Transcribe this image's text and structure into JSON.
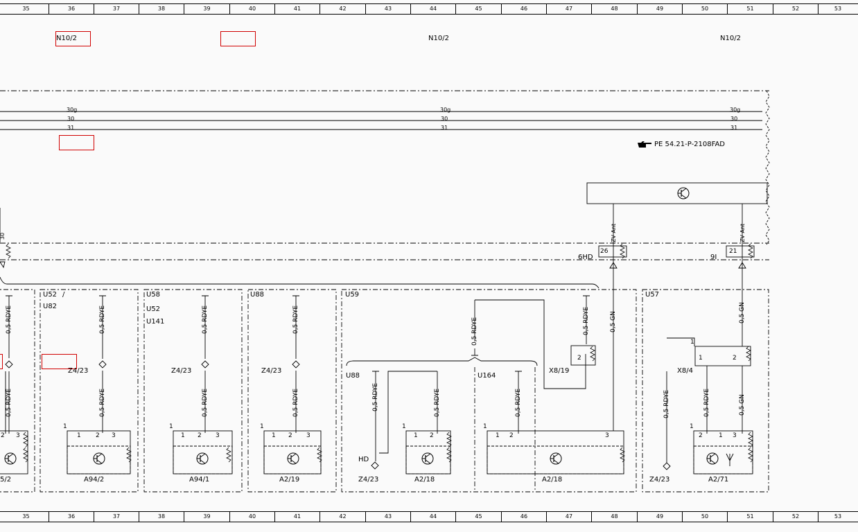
{
  "ruler": {
    "columns": [
      "35",
      "36",
      "37",
      "38",
      "39",
      "40",
      "41",
      "42",
      "43",
      "44",
      "45",
      "46",
      "47",
      "48",
      "49",
      "50",
      "51",
      "52",
      "53"
    ]
  },
  "header": {
    "labels": [
      "N10/2",
      "N10/2",
      "N10/2"
    ]
  },
  "bus": {
    "line_labels": [
      "30g",
      "30",
      "31"
    ]
  },
  "reference": {
    "text": "PE 54.21-P-2108FAD",
    "icon": "pointing-hand-icon"
  },
  "connectors": {
    "pin_26": "26",
    "pin_21": "21",
    "conn_6hd": "6HD",
    "conn_9i": "9I",
    "signal": "ZV Ant"
  },
  "groups": {
    "u52_u82": [
      "U52",
      "/",
      "U82"
    ],
    "u58": [
      "U58",
      "U52",
      "U141"
    ],
    "u88_a": "U88",
    "u59": "U59",
    "u88_b": "U88",
    "u164": "U164",
    "u57": "U57"
  },
  "wires": {
    "rdye": "0,5 RDYE",
    "gn": "0,5 GN"
  },
  "components": {
    "z4_23": "Z4/23",
    "a94_2": "A94/2",
    "a94_1": "A94/1",
    "a2_19": "A2/19",
    "a2_18": "A2/18",
    "a2_71": "A2/71",
    "partial_left": "5/2",
    "x8_19": "X8/19",
    "x8_4": "X8/4",
    "hd": "HD"
  },
  "pins": {
    "p1": "1",
    "p2": "2",
    "p3": "3"
  },
  "colors": {
    "line": "#000000",
    "background": "#fafafa",
    "highlight": "#d00000"
  }
}
